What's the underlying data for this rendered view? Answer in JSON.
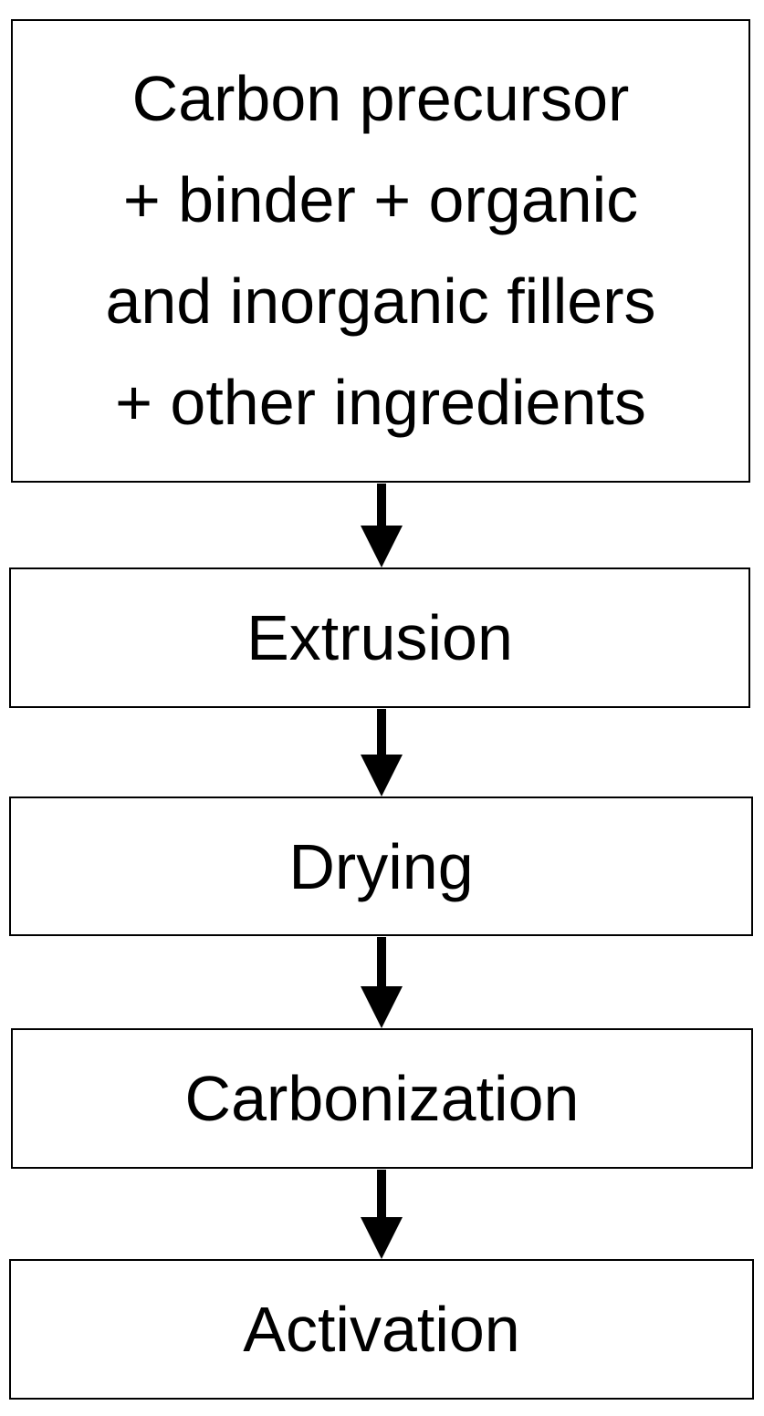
{
  "steps": [
    {
      "lines": [
        "Carbon precursor",
        "+ binder + organic",
        "and inorganic fillers",
        "+ other ingredients"
      ]
    },
    {
      "label": "Extrusion"
    },
    {
      "label": "Drying"
    },
    {
      "label": "Carbonization"
    },
    {
      "label": "Activation"
    }
  ],
  "colors": {
    "stroke": "#000000",
    "background": "#ffffff"
  }
}
